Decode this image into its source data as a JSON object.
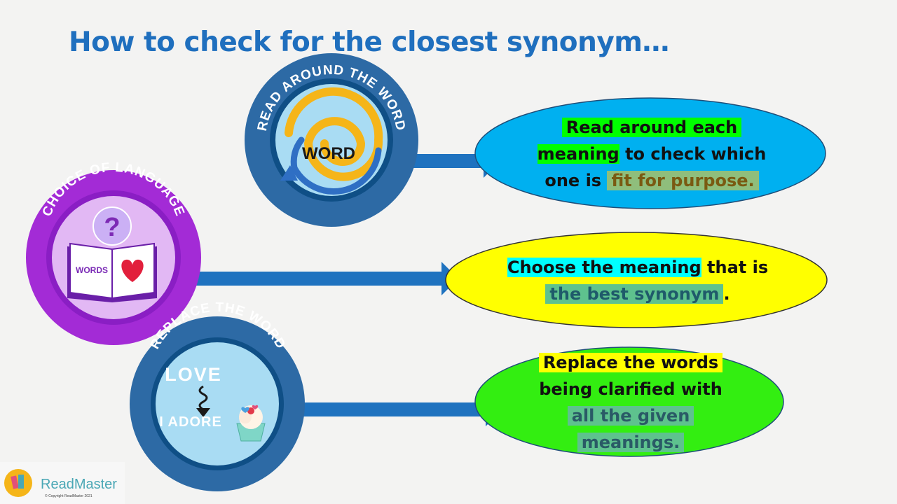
{
  "title": "How to check for the closest synonym…",
  "badges": {
    "read_around": {
      "ring_text": "READ AROUND THE WORD",
      "center_word": "WORD"
    },
    "choice": {
      "ring_text": "CHOICE OF LANGUAGE",
      "book_word": "WORDS",
      "symbol": "?"
    },
    "replace": {
      "ring_text": "REPLACE THE WORD",
      "word_top": "LOVE",
      "word_bottom": "I ADORE"
    }
  },
  "steps": {
    "read": {
      "line1": "Read around each",
      "line2a": "meaning",
      "line2b": " to check which",
      "line3a": "one is ",
      "line3b": "fit for purpose."
    },
    "choose": {
      "line1a": "Choose the meaning",
      "line1b": " that is",
      "line2a": "the best synonym",
      "line2b": "."
    },
    "replace": {
      "line1": "Replace the words",
      "line2": "being clarified with",
      "line3": "all the given",
      "line4": "meanings."
    }
  },
  "colors": {
    "title": "#1f6fbe",
    "arrow": "#1f72bf",
    "ellipse_read": "#00b0f0",
    "ellipse_choose": "#ffff00",
    "ellipse_replace": "#33ee11",
    "highlight_green": "#00ff00",
    "highlight_cyan": "#00ffff",
    "highlight_yellow": "#ffff00",
    "highlight_olive": "#8fbe7c",
    "highlight_teal": "#5ec28e"
  },
  "logo": {
    "name": "ReadMaster",
    "copyright": "© Copyright ReadMaster 2021"
  }
}
